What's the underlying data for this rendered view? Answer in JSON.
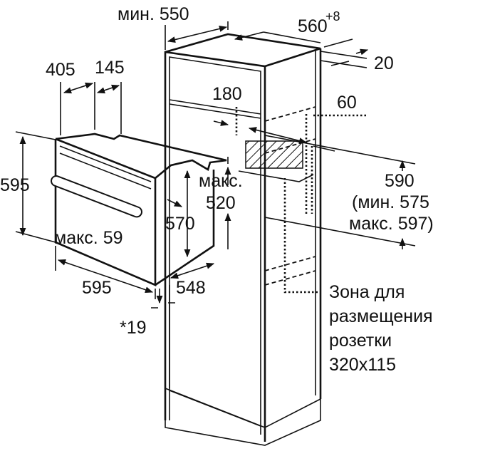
{
  "diagram": {
    "labels": {
      "min_depth": "мин. 550",
      "width": "560",
      "width_tolerance": "+8",
      "top_gap": "20",
      "dim_405": "405",
      "dim_145": "145",
      "dim_180": "180",
      "dim_60": "60",
      "oven_height": "595",
      "max_label": "макс.",
      "dim_520": "520",
      "niche_height": "590",
      "niche_min": "(мин. 575",
      "niche_max": "макс. 597)",
      "max_59": "макс. 59",
      "dim_570": "570",
      "oven_width": "595",
      "dim_548": "548",
      "note_19": "*19",
      "socket_zone_line1": "Зона для",
      "socket_zone_line2": "размещения",
      "socket_zone_line3": "розетки",
      "socket_zone_line4": "320x115"
    }
  }
}
